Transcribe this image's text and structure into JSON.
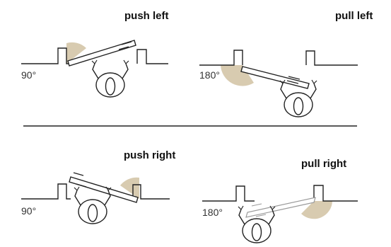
{
  "colors": {
    "swing_fill": "#d8cbb0",
    "line": "#222222",
    "ghost_line": "#9a9a9a",
    "background": "#ffffff"
  },
  "diagrams": [
    {
      "id": "push-left",
      "title": "push left",
      "angle": "90°"
    },
    {
      "id": "pull-left",
      "title": "pull left",
      "angle": "180°"
    },
    {
      "id": "push-right",
      "title": "push right",
      "angle": "90°"
    },
    {
      "id": "pull-right",
      "title": "pull right",
      "angle": "180°"
    }
  ]
}
